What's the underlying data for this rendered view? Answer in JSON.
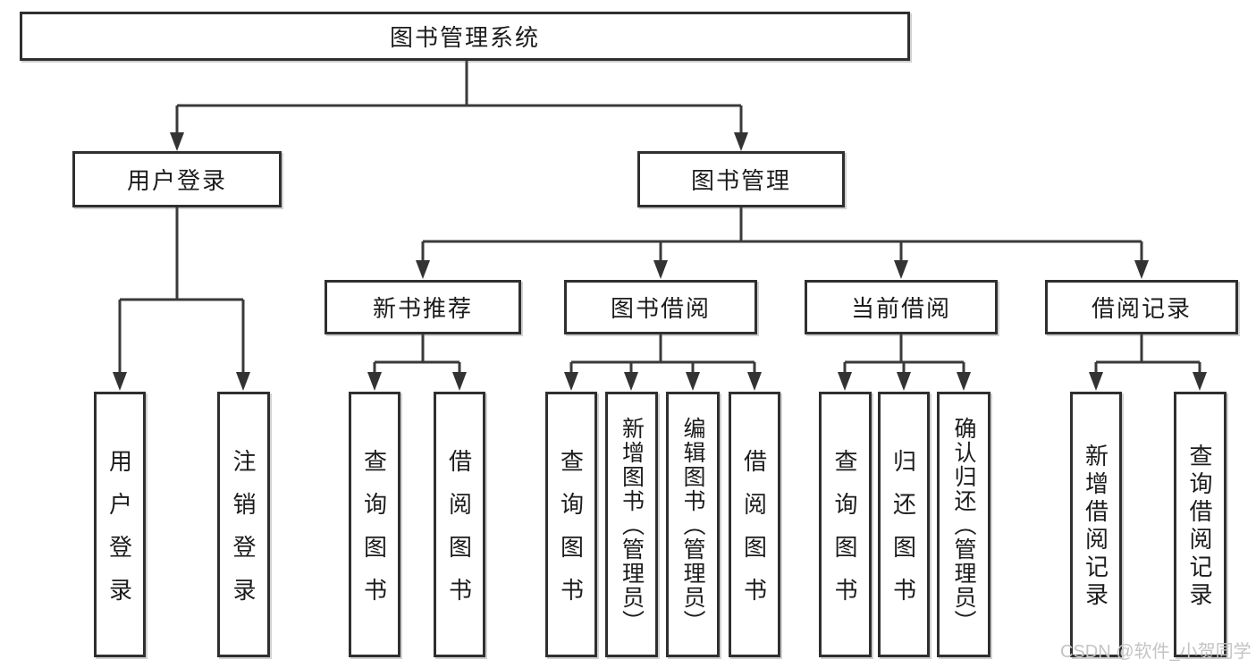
{
  "diagram": {
    "title": "图书管理系统",
    "type": "hierarchy-tree",
    "colors": {
      "background": "#ffffff",
      "line": "#3a3a3a",
      "box_border": "#2f2f2f",
      "text": "#1c1c1c",
      "watermark": "#c4c4c4"
    },
    "nodes": {
      "root": {
        "label": "图书管理系统",
        "children": [
          {
            "label": "用户登录",
            "children": [
              {
                "label": "用户登录"
              },
              {
                "label": "注销登录"
              }
            ]
          },
          {
            "label": "图书管理",
            "children": [
              {
                "label": "新书推荐",
                "children": [
                  {
                    "label": "查询图书"
                  },
                  {
                    "label": "借阅图书"
                  }
                ]
              },
              {
                "label": "图书借阅",
                "children": [
                  {
                    "label": "查询图书"
                  },
                  {
                    "label": "新增图书（管理员）"
                  },
                  {
                    "label": "编辑图书（管理员）"
                  },
                  {
                    "label": "借阅图书"
                  }
                ]
              },
              {
                "label": "当前借阅",
                "children": [
                  {
                    "label": "查询图书"
                  },
                  {
                    "label": "归还图书"
                  },
                  {
                    "label": "确认归还（管理员）"
                  }
                ]
              },
              {
                "label": "借阅记录",
                "children": [
                  {
                    "label": "新增借阅记录"
                  },
                  {
                    "label": "查询借阅记录"
                  }
                ]
              }
            ]
          }
        ]
      }
    },
    "watermark": "CSDN @软件_小贺同学"
  }
}
